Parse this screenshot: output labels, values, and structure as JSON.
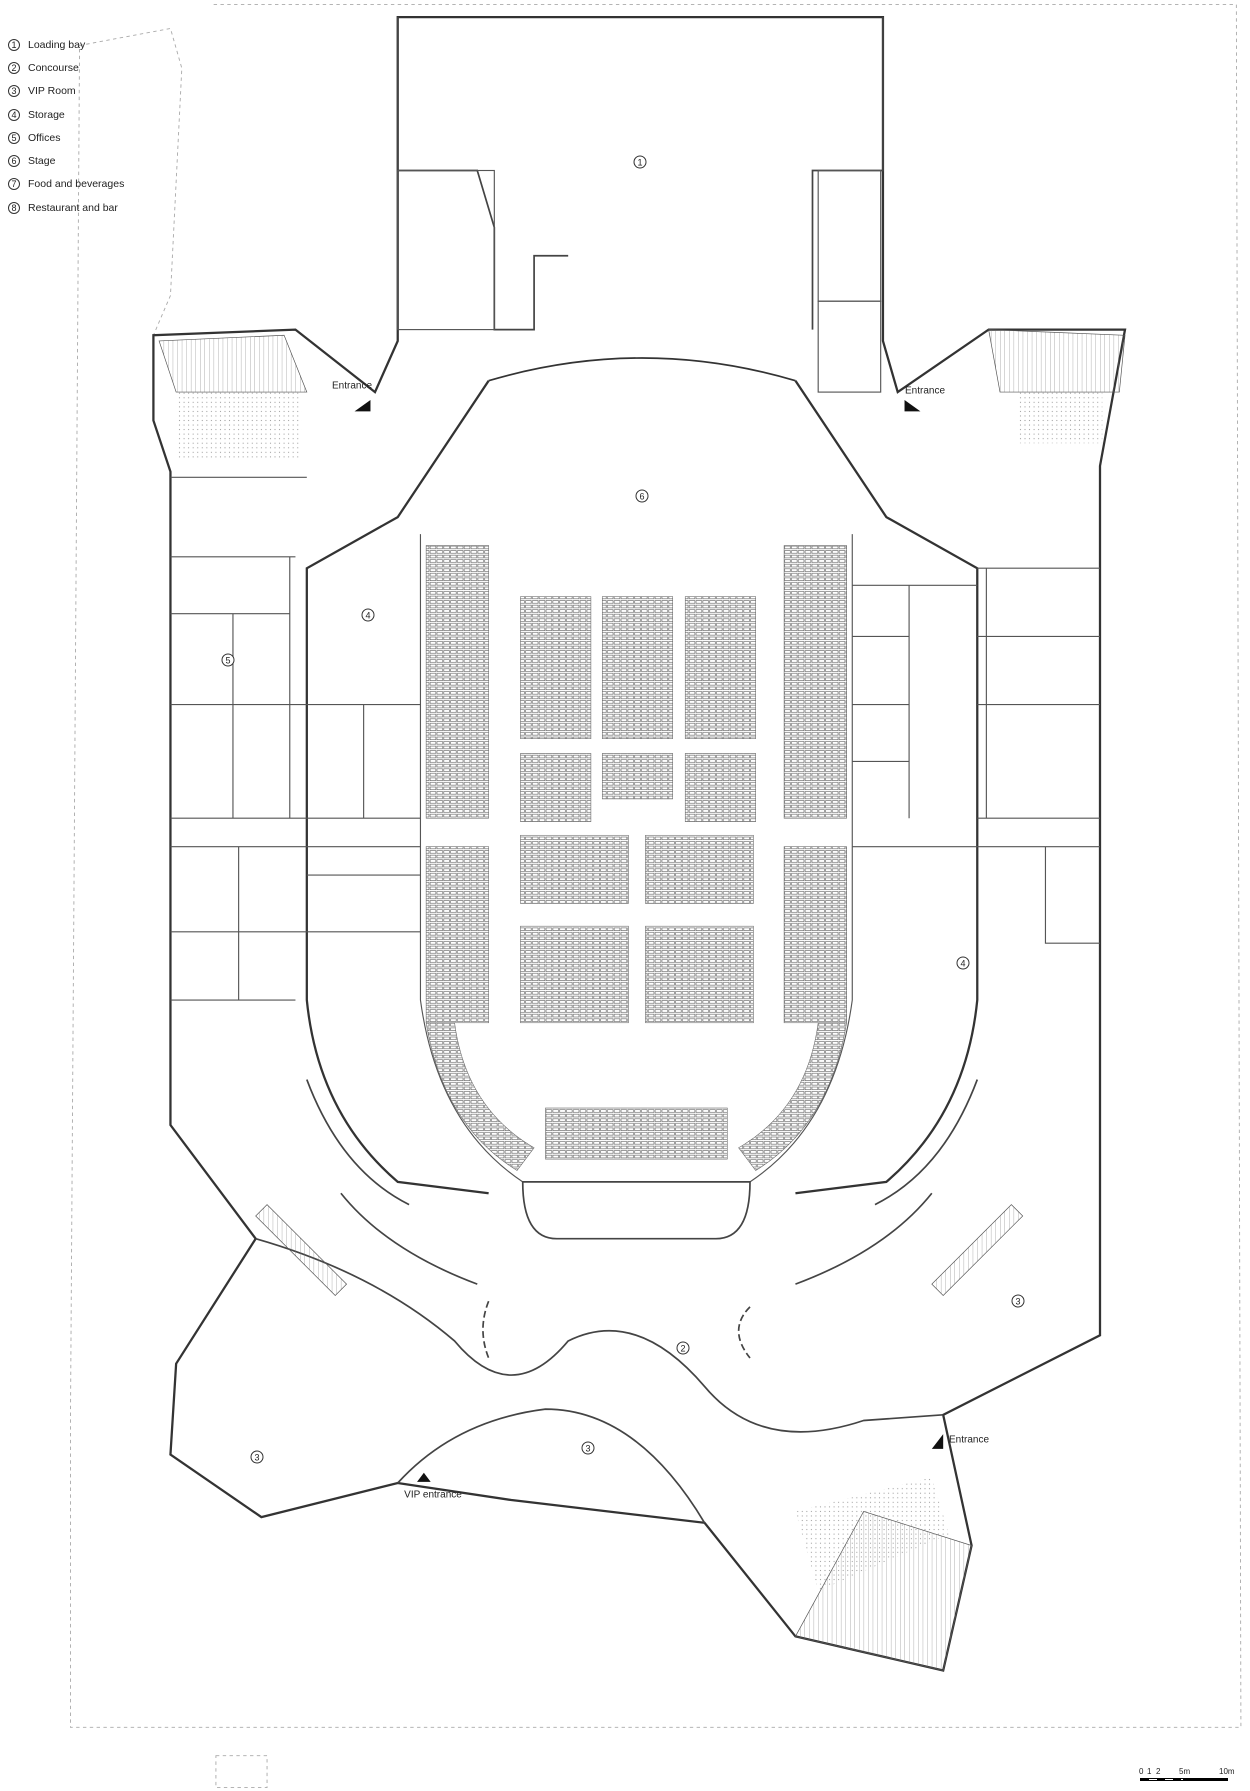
{
  "legend": [
    {
      "num": "1",
      "label": "Loading bay"
    },
    {
      "num": "2",
      "label": "Concourse"
    },
    {
      "num": "3",
      "label": "VIP Room"
    },
    {
      "num": "4",
      "label": "Storage"
    },
    {
      "num": "5",
      "label": "Offices"
    },
    {
      "num": "6",
      "label": "Stage"
    },
    {
      "num": "7",
      "label": "Food and beverages"
    },
    {
      "num": "8",
      "label": "Restaurant and bar"
    }
  ],
  "rooms": {
    "loading": "1",
    "stage": "6",
    "storage_w": "4",
    "offices": "5",
    "storage_e": "4",
    "vip_e": "3",
    "concourse": "2",
    "vip_s": "3",
    "vip_w": "3"
  },
  "entrances": {
    "nw": "Entrance",
    "ne": "Entrance",
    "se": "Entrance",
    "vip": "VIP entrance"
  },
  "scale": {
    "t0": "0",
    "t1": "1",
    "t2": "2",
    "t5": "5m",
    "t10": "10m"
  }
}
